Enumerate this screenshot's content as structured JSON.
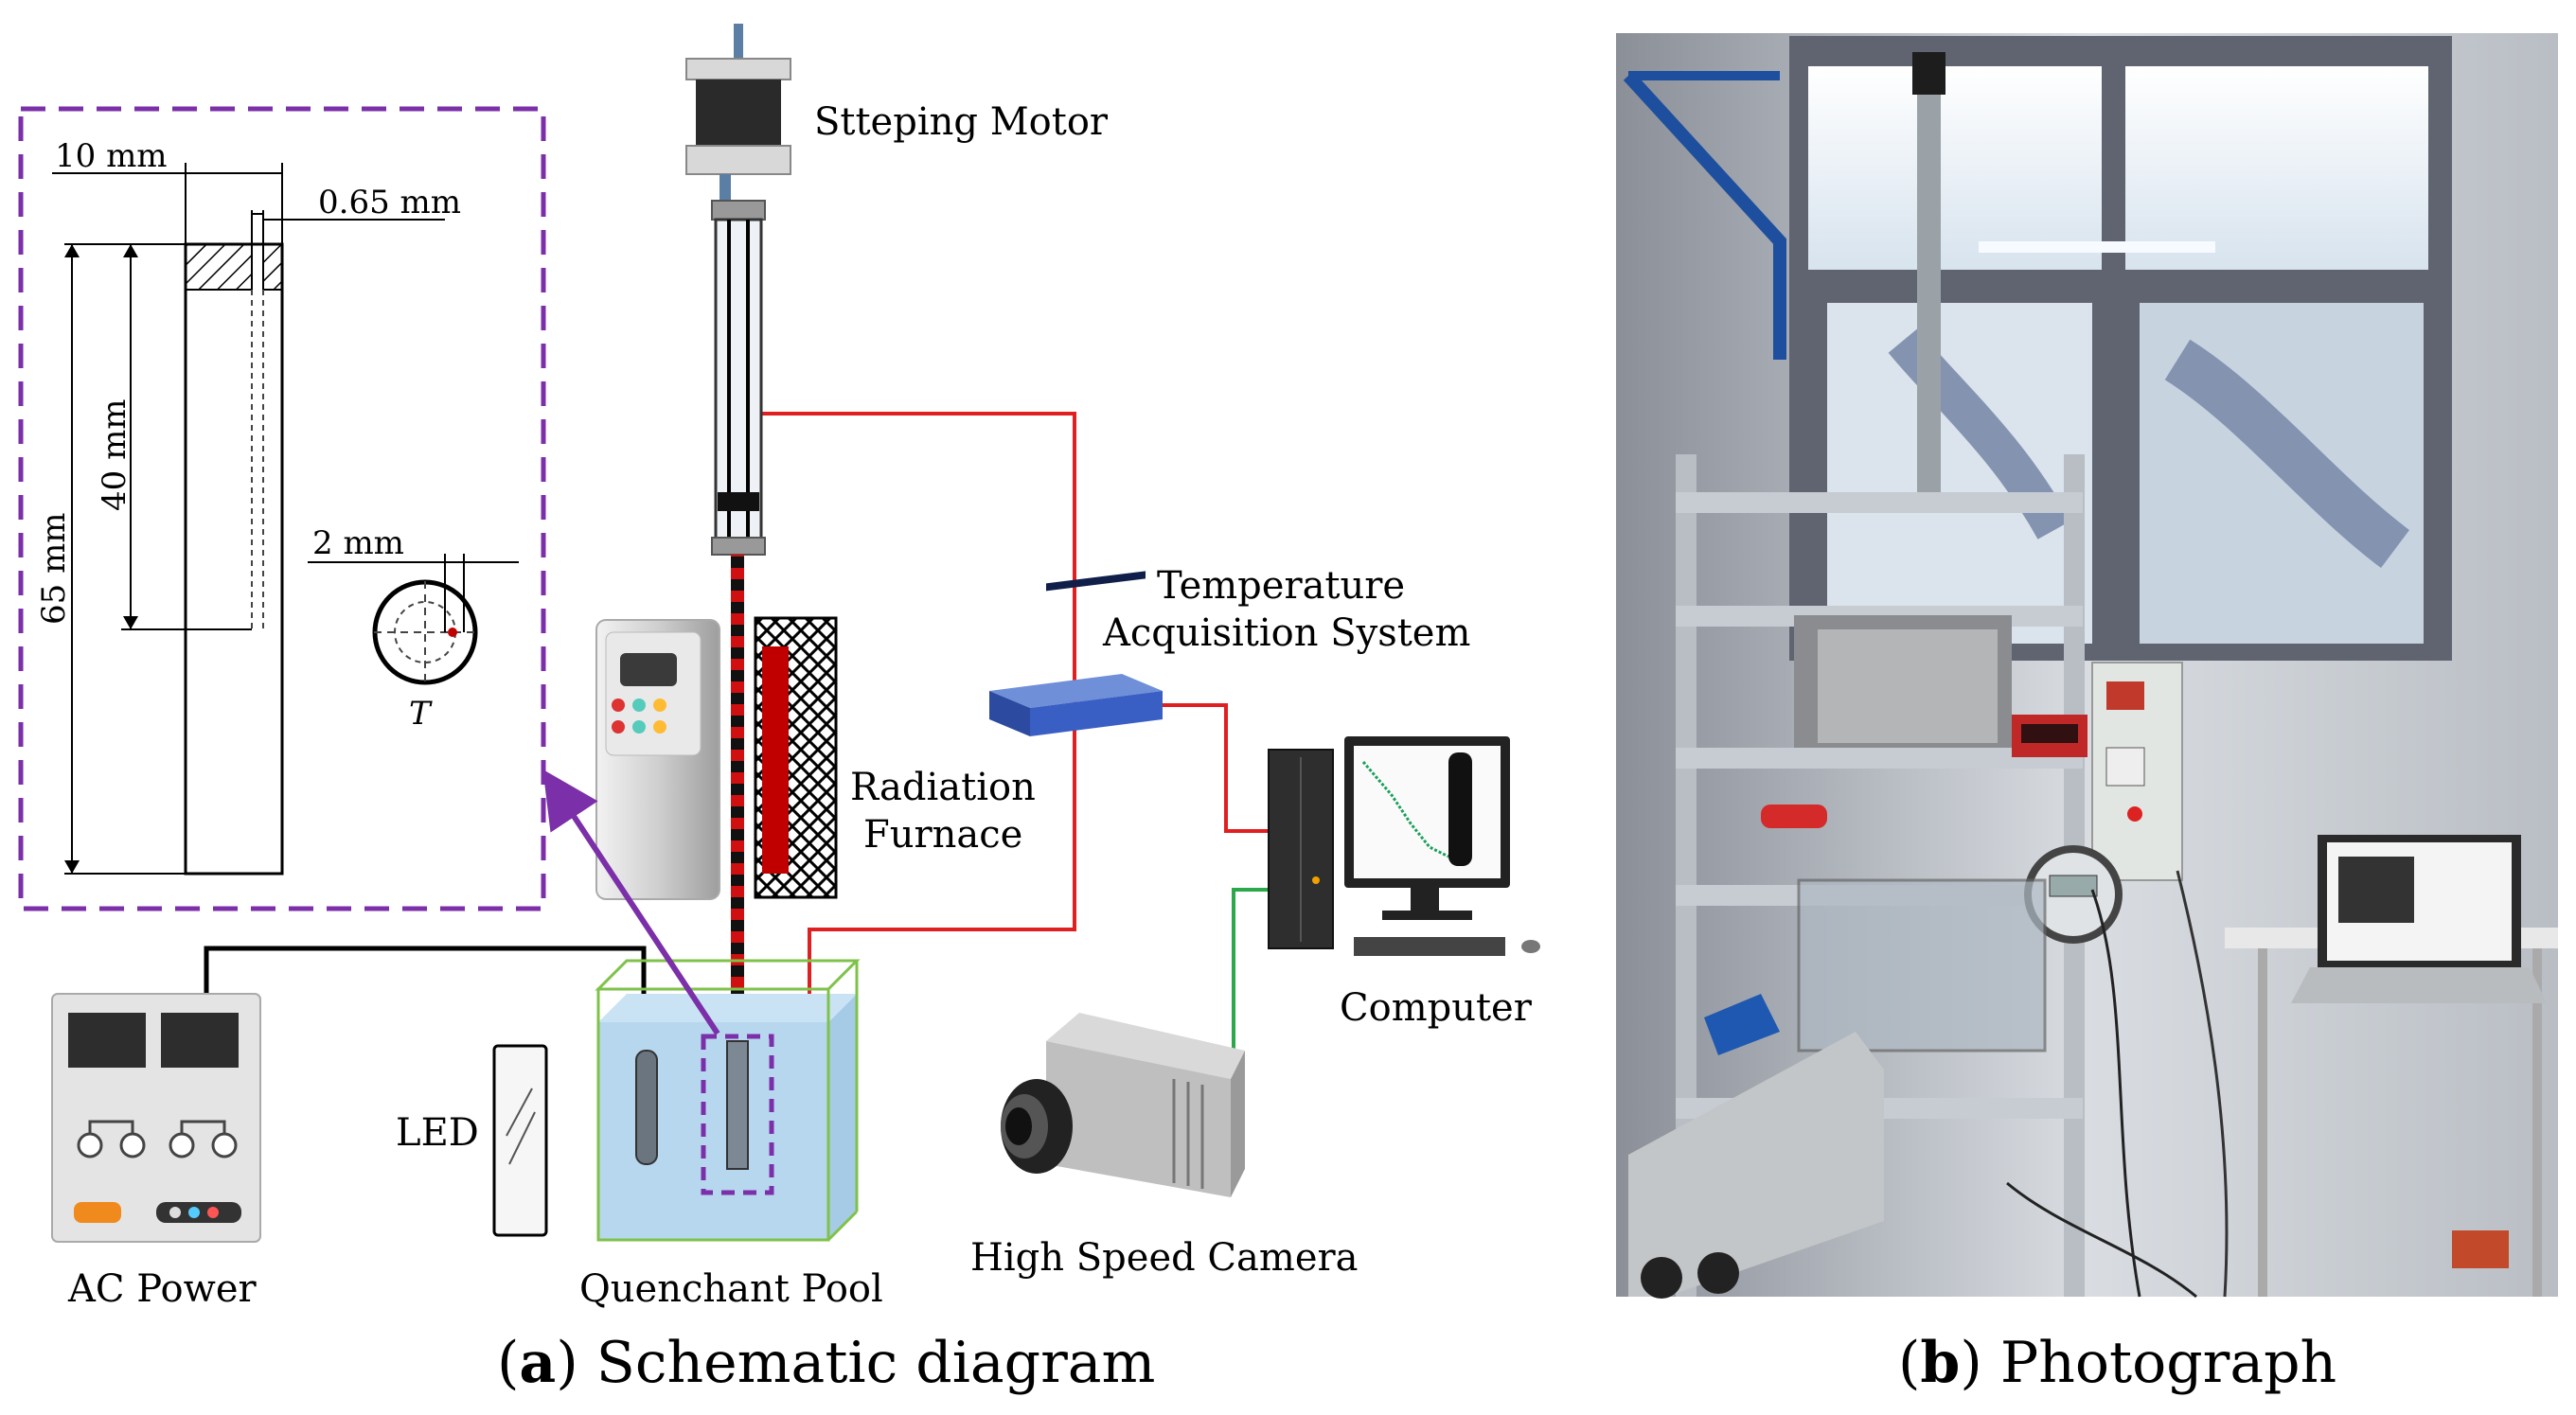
{
  "schematic": {
    "specimen_dims": {
      "width": "10 mm",
      "hole_offset": "0.65 mm",
      "hole_depth": "40 mm",
      "length": "65 mm",
      "hole_diameter": "2 mm",
      "thermocouple": "T"
    },
    "labels": {
      "stepping_motor": "Stteping Motor",
      "temp_acq_line1": "Temperature",
      "temp_acq_line2": "Acquisition System",
      "furnace_line1": "Radiation",
      "furnace_line2": "Furnace",
      "computer": "Computer",
      "led": "LED",
      "ac_power": "AC Power",
      "quenchant_pool": "Quenchant Pool",
      "high_speed_camera": "High Speed Camera"
    }
  },
  "captions": {
    "a_letter": "a",
    "a_text": "Schematic diagram",
    "b_letter": "b",
    "b_text": "Photograph"
  },
  "colors": {
    "dashed_box": "#7b2fa8",
    "wire_red": "#e02020",
    "wire_green": "#2aa84a",
    "wire_black": "#000000",
    "water": "#b7d7ee",
    "pool_edge": "#7fc24a",
    "furnace_element": "#c00000",
    "switch_blue": "#3a5fc4"
  }
}
